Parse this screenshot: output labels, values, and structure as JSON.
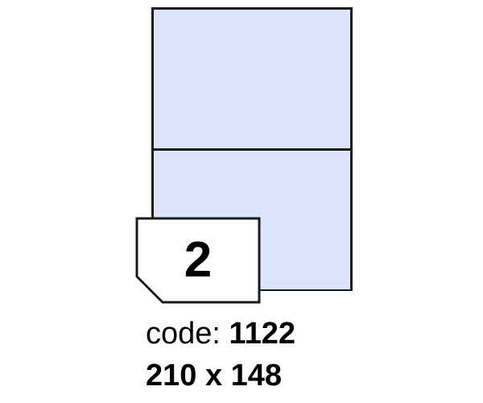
{
  "product": {
    "labels_per_sheet": "2",
    "code_prefix": "code:",
    "code": "1122",
    "dimensions": "210 x 148"
  },
  "colors": {
    "label_fill": "#dde5fc",
    "outline": "#1a1a1a",
    "text": "#000000"
  }
}
